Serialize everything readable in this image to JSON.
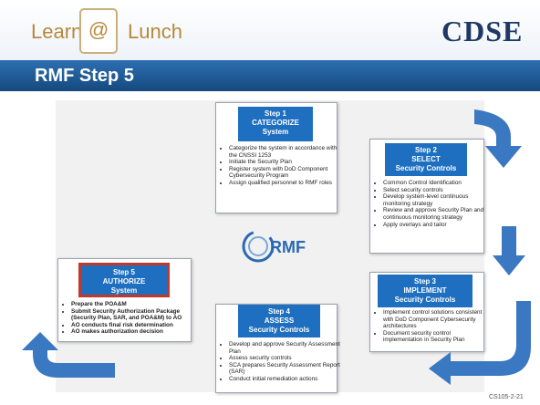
{
  "header": {
    "learn": "Learn",
    "at": "@",
    "lunch": "Lunch",
    "brand": "CDSE"
  },
  "title": "RMF Step 5",
  "center": "RMF",
  "steps": [
    {
      "label_lines": [
        "Step 1",
        "CATEGORIZE",
        "System"
      ],
      "bullets": [
        "Categorize the system in accordance with the CNSSI 1253",
        "Initiate the Security Plan",
        "Register system with DoD Component Cybersecurity Program",
        "Assign qualified personnel to RMF roles"
      ]
    },
    {
      "label_lines": [
        "Step 2",
        "SELECT",
        "Security Controls"
      ],
      "bullets": [
        "Common Control Identification",
        "Select security controls",
        "Develop system-level continuous monitoring strategy",
        "Review and approve Security Plan and continuous monitoring strategy",
        "Apply overlays and tailor"
      ]
    },
    {
      "label_lines": [
        "Step 3",
        "IMPLEMENT",
        "Security Controls"
      ],
      "bullets": [
        "Implement control solutions consistent with DoD Component Cybersecurity architectures",
        "Document security control implementation in Security Plan"
      ]
    },
    {
      "label_lines": [
        "Step 4",
        "ASSESS",
        "Security Controls"
      ],
      "bullets": [
        "Develop and approve Security Assessment Plan",
        "Assess security controls",
        "SCA prepares Security Assessment Report (SAR)",
        "Conduct initial remediation actions"
      ]
    },
    {
      "label_lines": [
        "Step 5",
        "AUTHORIZE",
        "System"
      ],
      "bullets": [
        "Prepare the POA&M",
        "Submit Security Authorization Package (Security Plan, SAR, and POA&M) to AO",
        "AO conducts final risk determination",
        "AO makes authorization decision"
      ]
    }
  ],
  "footer": "CS105-2-21",
  "colors": {
    "step_blue": "#1e6fc0",
    "highlight_red": "#c0392b",
    "title_bar": "#1f5c9e"
  }
}
